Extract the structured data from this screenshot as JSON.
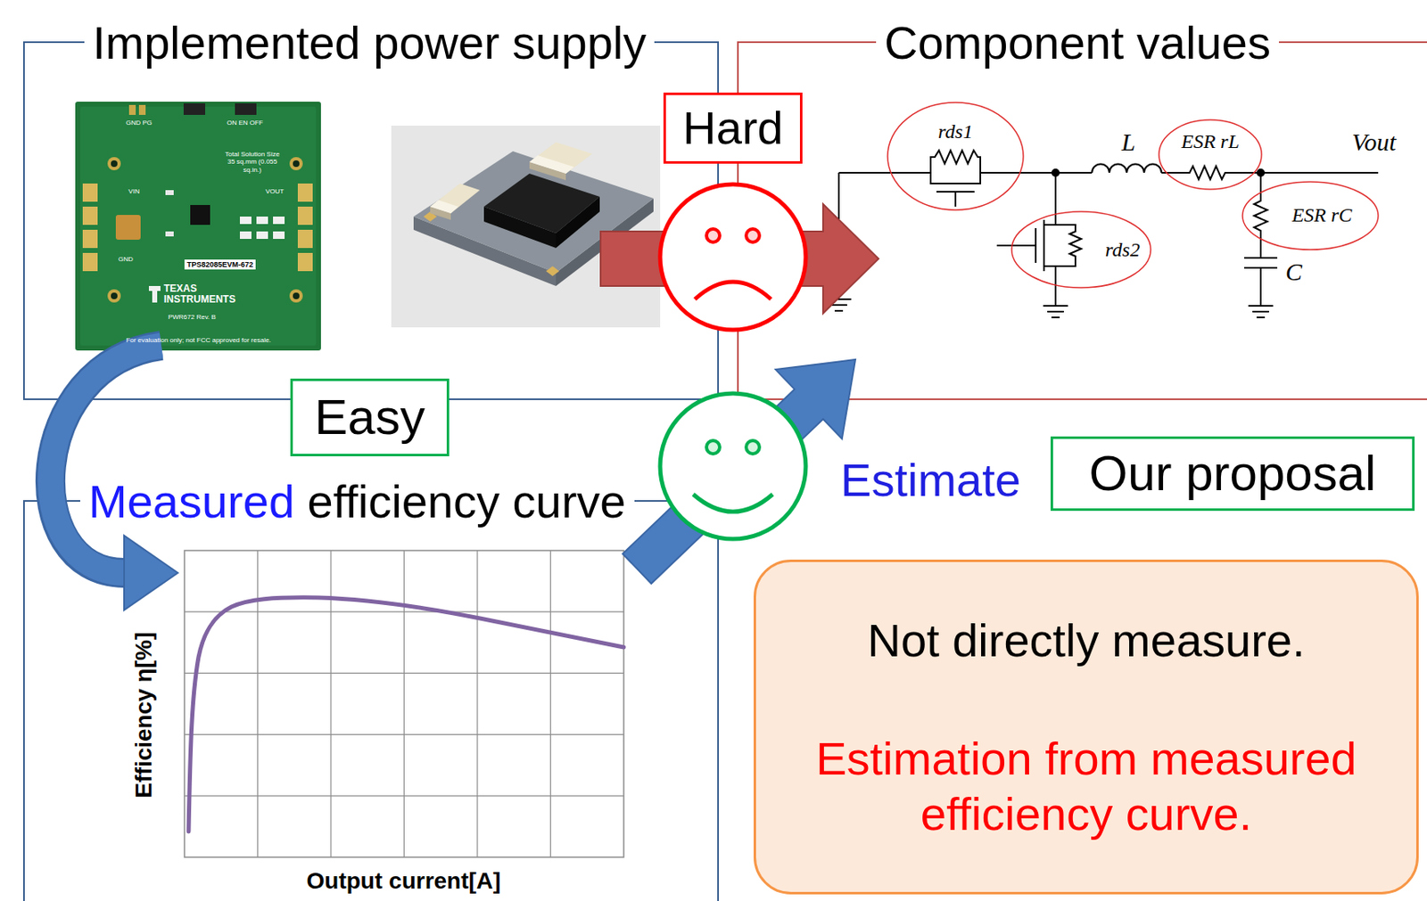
{
  "diagram": {
    "nodes": [
      {
        "text": [
          "Implemented power supply"
        ]
      },
      {
        "text": [
          "Hard"
        ]
      },
      {
        "text": [
          "Component values"
        ]
      },
      {
        "text": [
          "Easy"
        ]
      },
      {
        "text": [
          "Measured efficiency curve"
        ]
      },
      {
        "text": [
          "Our proposal"
        ]
      },
      {
        "text": [
          "Not directly measure.",
          "Estimation from measured efficiency curve."
        ]
      }
    ],
    "edges": [
      {
        "from": 0,
        "to": 4,
        "arrow": "to"
      },
      {
        "from": 0,
        "to": 2,
        "arrow": "to"
      },
      {
        "from": 4,
        "to": 2,
        "arrow": "to"
      }
    ],
    "labels": [
      "rds1",
      "L",
      "ESR rL",
      "Vout",
      "rds2",
      "ESR rC",
      "C",
      "Estimate",
      "Efficiency η[%]",
      "Output current[A]",
      "GND PG",
      "ON EN OFF",
      "VIN",
      "VOUT",
      "GND",
      "Total Solution Size 35 sq.mm (0.055 sq.in.)",
      "TPS82085EVM-672",
      "TEXAS INSTRUMENTS",
      "PWR672 Rev. B",
      "For evaluation only; not FCC approved for resale."
    ]
  }
}
